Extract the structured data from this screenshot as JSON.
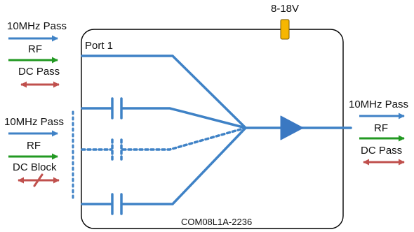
{
  "power": {
    "label": "8-18V"
  },
  "box": {
    "port_label": "Port 1",
    "model_label": "COM08L1A-2236"
  },
  "inputs": {
    "top": {
      "pass_label": "10MHz Pass",
      "rf_label": "RF",
      "dc_label": "DC Pass"
    },
    "bottom": {
      "pass_label": "10MHz Pass",
      "rf_label": "RF",
      "dc_label": "DC Block"
    }
  },
  "output": {
    "pass_label": "10MHz Pass",
    "rf_label": "RF",
    "dc_label": "DC Pass"
  },
  "colors": {
    "line": "#3f82c6",
    "rf_arrow": "#229922",
    "dc_arrow": "#c0504d",
    "amplifier": "#3a78c2",
    "power_pin": "#f6b600",
    "box_border": "#000000"
  }
}
